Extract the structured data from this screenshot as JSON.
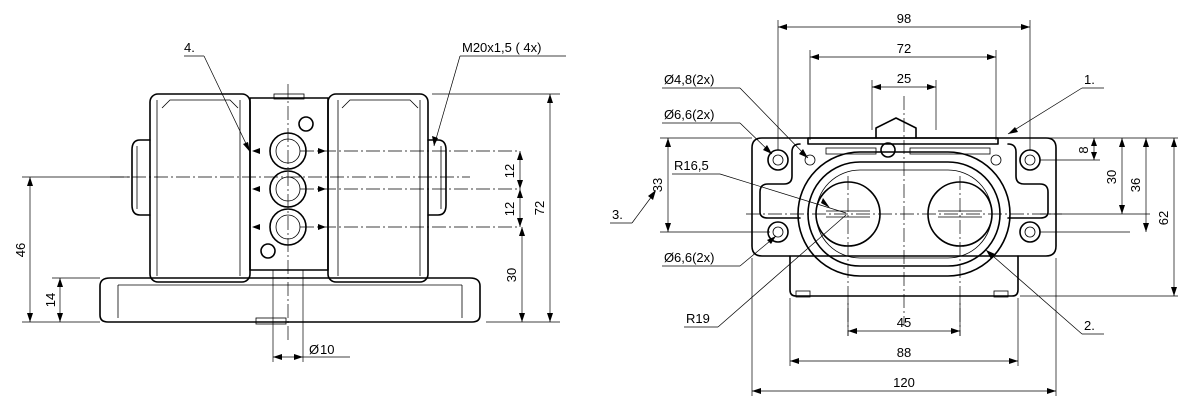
{
  "side_view": {
    "thread_note": "M20x1,5 ( 4x)",
    "callout_4": "4.",
    "dims": {
      "d12_top": "12",
      "d12_bottom": "12",
      "d72": "72",
      "d30": "30",
      "d46": "46",
      "d14": "14",
      "dia10": "10"
    }
  },
  "front_view": {
    "dims": {
      "d98": "98",
      "d72": "72",
      "d25": "25",
      "d8": "8",
      "d30": "30",
      "d36": "36",
      "d62": "62",
      "d33": "33",
      "d45": "45",
      "d88": "88",
      "d120": "120"
    },
    "notes": {
      "hole48": "4,8(2x)",
      "hole66_top": "6,6(2x)",
      "hole66_bottom": "6,6(2x)",
      "r165": "R16,5",
      "r19": "R19"
    },
    "callouts": {
      "c1": "1.",
      "c2": "2.",
      "c3": "3."
    }
  },
  "symbols": {
    "diameter": "Ø"
  }
}
